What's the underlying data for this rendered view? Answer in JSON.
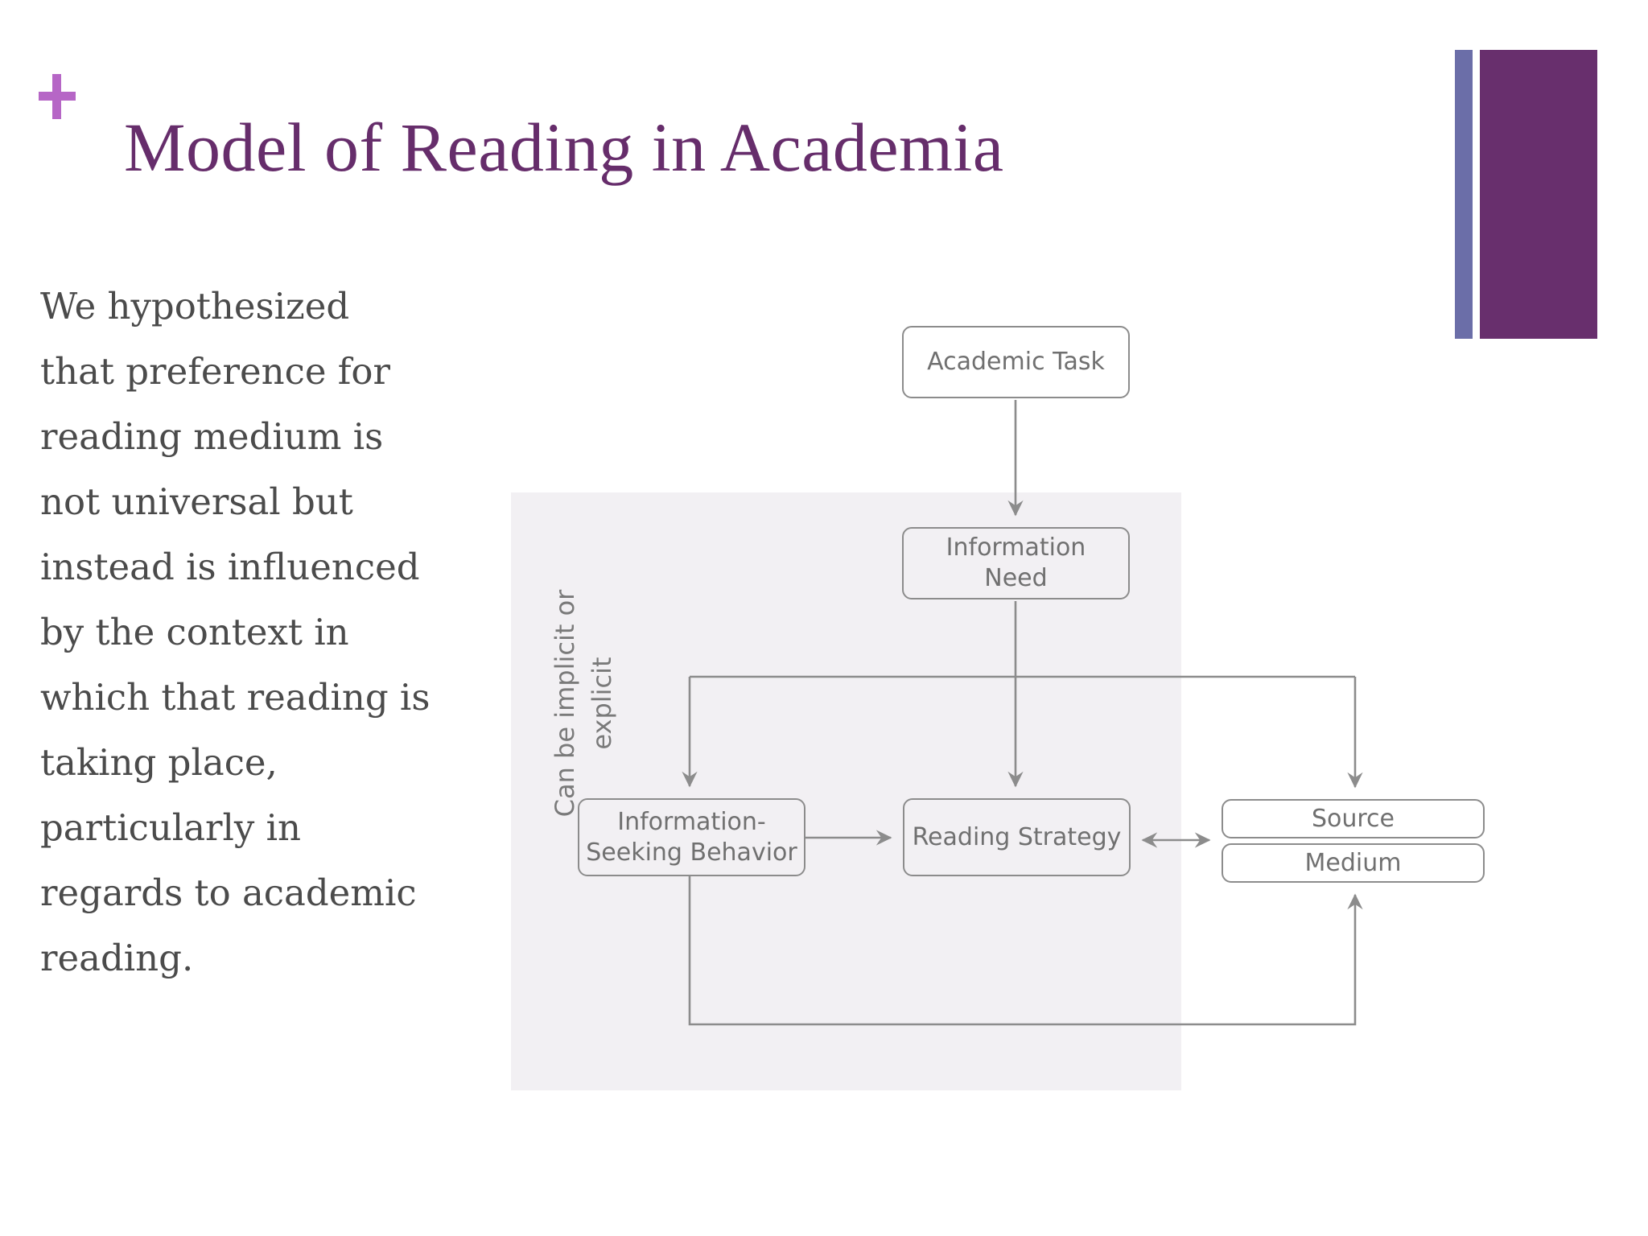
{
  "slide": {
    "title": "Model of Reading in Academia",
    "plus_icon": "plus-icon",
    "body_text": "We hypothesized that preference for reading medium is not universal but instead is influenced by the context in which that reading is taking place, particularly in regards to academic reading."
  },
  "theme": {
    "title_color": "#662D6B",
    "plus_color": "#B666C6",
    "accent_bar_thin": "#6B6EA8",
    "accent_bar_wide": "#682F6D",
    "body_text_color": "#4B4B4B",
    "diagram_panel_fill": "#F2F0F3",
    "diagram_stroke": "#8C8C8C",
    "diagram_text_color": "#707070"
  },
  "diagram": {
    "side_label": "Can be implicit or explicit",
    "nodes": {
      "academic_task": "Academic Task",
      "information_need": "Information\nNeed",
      "information_seeking_behavior": "Information-\nSeeking Behavior",
      "reading_strategy": "Reading Strategy",
      "source": "Source",
      "medium": "Medium"
    },
    "node_labels": {
      "academic_task": "Academic Task",
      "information_need_line1": "Information",
      "information_need_line2": "Need",
      "isb_line1": "Information-",
      "isb_line2": "Seeking Behavior",
      "reading_strategy": "Reading Strategy",
      "source": "Source",
      "medium": "Medium"
    },
    "edges": [
      {
        "from": "academic_task",
        "to": "information_need",
        "style": "arrow-down"
      },
      {
        "from": "information_need",
        "to": "information_seeking_behavior",
        "style": "branch-left-down"
      },
      {
        "from": "information_need",
        "to": "reading_strategy",
        "style": "arrow-down"
      },
      {
        "from": "information_need",
        "to": "source",
        "style": "branch-right-down"
      },
      {
        "from": "information_seeking_behavior",
        "to": "reading_strategy",
        "style": "arrow-right"
      },
      {
        "from": "reading_strategy",
        "to": "source_medium",
        "style": "arrow-bidirectional"
      },
      {
        "from": "information_seeking_behavior",
        "to": "medium",
        "style": "feedback-loop-bottom"
      }
    ]
  }
}
